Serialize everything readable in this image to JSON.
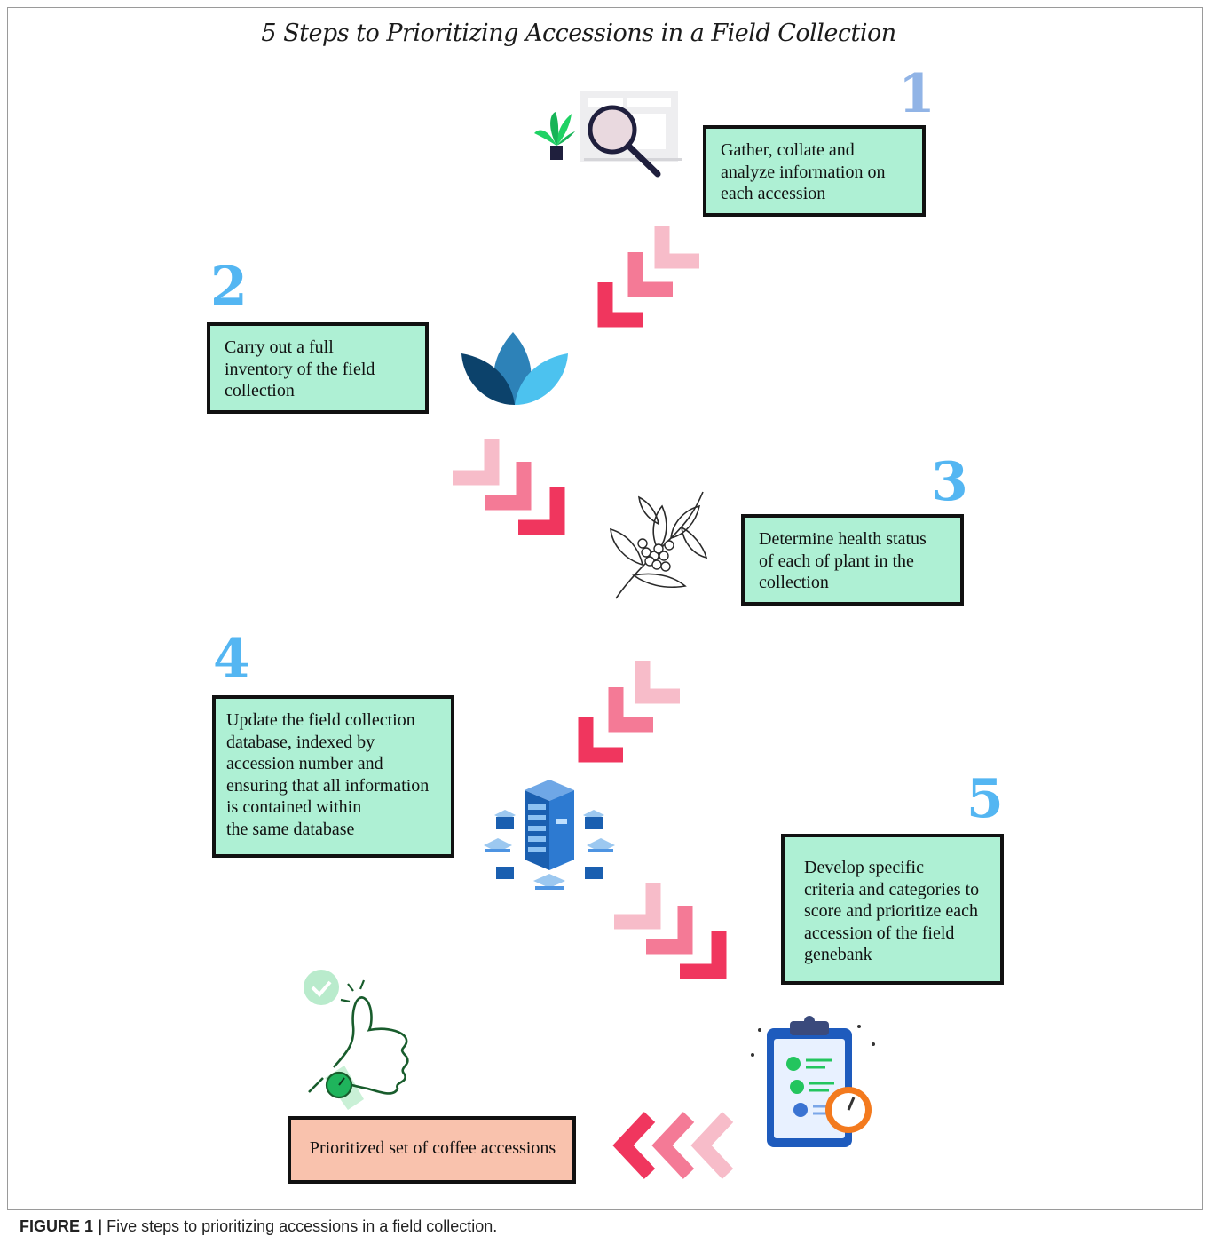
{
  "title": "5 Steps to Prioritizing Accessions in a Field Collection",
  "steps": [
    {
      "number": "1",
      "text": "Gather, collate and\nanalyze information on\neach accession"
    },
    {
      "number": "2",
      "text": "Carry out a full\ninventory of the field\ncollection"
    },
    {
      "number": "3",
      "text": "Determine health status\nof each of plant in the\ncollection"
    },
    {
      "number": "4",
      "text": "Update the field collection\n database, indexed by\n accession number and\nensuring that all information\nis contained within\nthe same database"
    },
    {
      "number": "5",
      "text": "Develop specific\ncriteria and categories to\nscore and prioritize each\naccession of the field\ngenebank"
    }
  ],
  "result": "Prioritized set of coffee accessions",
  "caption": {
    "label": "FIGURE 1 |",
    "text": "Five steps to prioritizing accessions in a field collection."
  },
  "colors": {
    "box_fill": "#aef0d4",
    "result_fill": "#f9c2ad",
    "number_blue": "#54b6f2",
    "chevron_dark": "#f0365e",
    "chevron_mid": "#f47a96",
    "chevron_light": "#f7bcc9"
  },
  "icons": [
    "magnifier-icon",
    "lotus-icon",
    "coffee-branch-icon",
    "server-icon",
    "checklist-icon",
    "thumbs-up-icon",
    "chevron-arrow-icon"
  ]
}
